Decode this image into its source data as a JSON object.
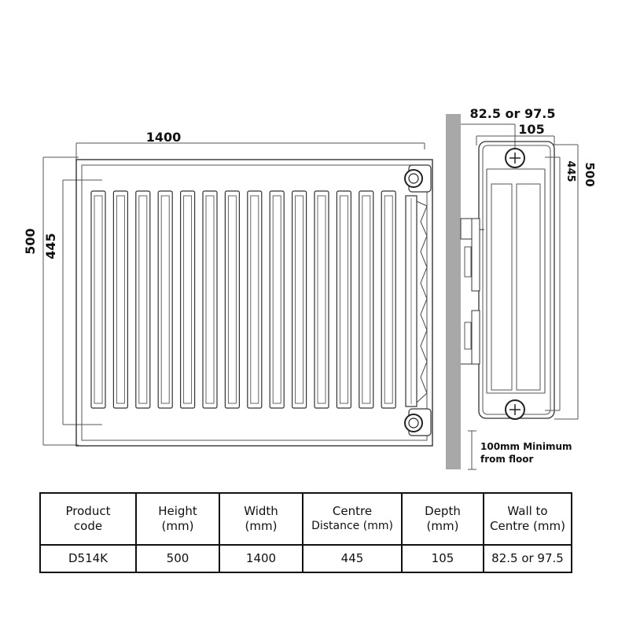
{
  "front_view": {
    "width_label": "1400",
    "height_label": "500",
    "centre_label": "445"
  },
  "side_view": {
    "wall_to_centre_label": "82.5 or 97.5",
    "depth_label": "105",
    "height_label": "500",
    "centre_label": "445",
    "floor_note_line1": "100mm Minimum",
    "floor_note_line2": "from floor"
  },
  "spec_table": {
    "headers": [
      {
        "line1": "Product",
        "line2": "code"
      },
      {
        "line1": "Height",
        "line2": "(mm)"
      },
      {
        "line1": "Width",
        "line2": "(mm)"
      },
      {
        "line1": "Centre",
        "line2": "Distance (mm)"
      },
      {
        "line1": "Depth",
        "line2": "(mm)"
      },
      {
        "line1": "Wall to",
        "line2": "Centre (mm)"
      }
    ],
    "rows": [
      [
        "D514K",
        "500",
        "1400",
        "445",
        "105",
        "82.5 or 97.5"
      ]
    ]
  },
  "colors": {
    "line": "#333333",
    "wall": "#a8a8a8",
    "text": "#111111"
  }
}
